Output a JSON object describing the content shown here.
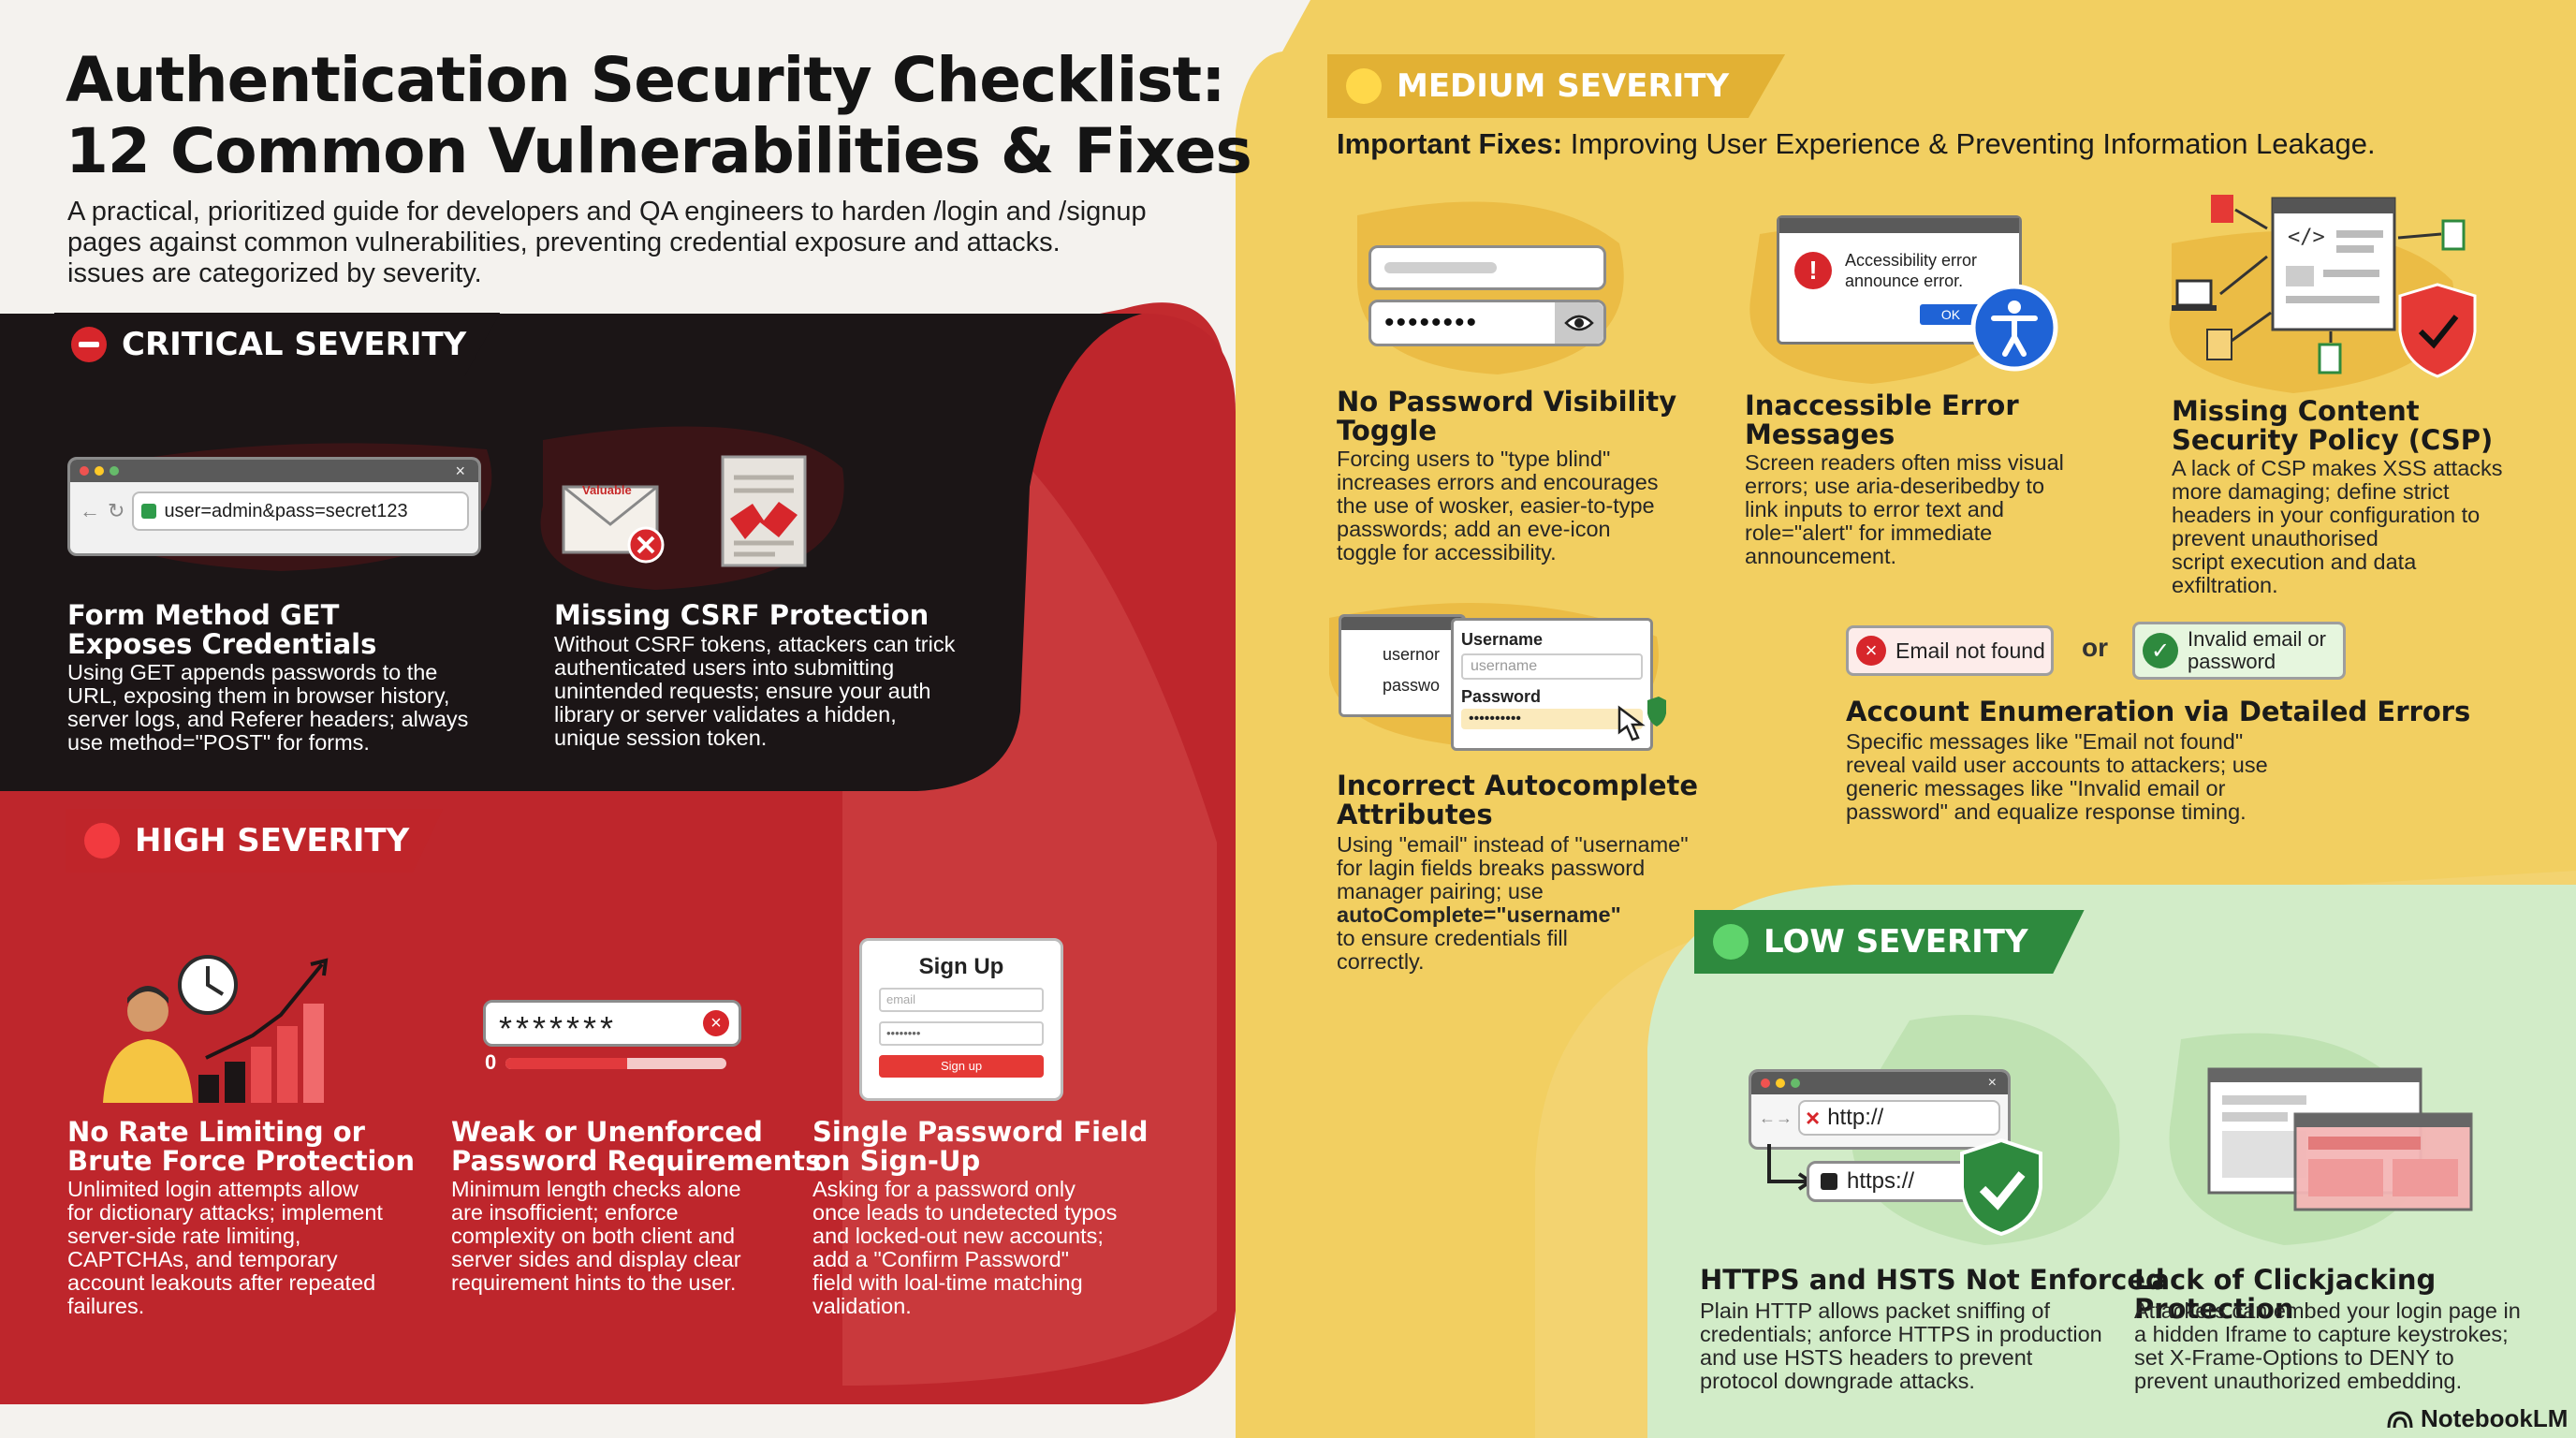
{
  "header": {
    "title_line1": "Authentication Security Checklist:",
    "title_line2": "12 Common Vulnerabilities & Fixes",
    "subtitle_line1": "A practical, prioritized guide for developers and QA engineers to harden /login and /signup",
    "subtitle_line2": "pages against common vulnerabilities, preventing credential exposure and attacks.",
    "subtitle_line3": "issues are categorized by severity."
  },
  "critical": {
    "label": "CRITICAL SEVERITY",
    "url_text": "user=admin&pass=secret123",
    "envelope_text": "Valuable",
    "items": [
      {
        "title1": "Form Method GET",
        "title2": "Exposes Credentials",
        "body": [
          "Using GET appends passwords to the",
          "URL, exposing them in browser history,",
          "server logs, and Referer headers; always",
          "use method=\"POST\" for forms."
        ]
      },
      {
        "title1": "Missing CSRF Protection",
        "title2": "",
        "body": [
          "Without CSRF tokens, attackers can trick",
          "authenticated users into submitting",
          "unintended requests; ensure your auth",
          "library or server validates a hidden,",
          "unique session token."
        ]
      }
    ]
  },
  "high": {
    "label": "HIGH SEVERITY",
    "password_mask": "*******",
    "meter_zero": "0",
    "signup": {
      "title": "Sign Up",
      "email": "email",
      "password": "••••••••",
      "button": "Sign up"
    },
    "items": [
      {
        "title1": "No Rate Limiting or",
        "title2": "Brute Force Protection",
        "body": [
          "Unlimited login attempts allow",
          "for dictionary attacks; implement",
          "server-side rate limiting,",
          "CAPTCHAs, and temporary",
          "account leakouts after repeated",
          "failures."
        ]
      },
      {
        "title1": "Weak or Unenforced",
        "title2": "Password Requirements",
        "body": [
          "Minimum length checks alone",
          "are insofficient; enforce",
          "complexity on both client and",
          "server sides and display clear",
          "requirement hints to the user."
        ]
      },
      {
        "title1": "Single Password Field",
        "title2": "on Sign-Up",
        "body": [
          "Asking for a password only",
          "once leads to undetected typos",
          "and locked-out new accounts;",
          "add a \"Confirm Password\"",
          "field with loal-time matching",
          "validation."
        ]
      }
    ]
  },
  "medium": {
    "label": "MEDIUM SEVERITY",
    "intro_bold": "Important Fixes:",
    "intro_rest": " Improving User Experience & Preventing Information Leakage.",
    "password_dots": "••••••••",
    "error_dialog": {
      "line1": "Accessibility error",
      "line2": "announce error.",
      "button": "OK"
    },
    "autocomplete": {
      "left1": "usernor",
      "left2": "passwo",
      "label_user": "Username",
      "placeholder_user": "username",
      "label_pass": "Password",
      "pass_dots": "••••••••••"
    },
    "enum": {
      "bad": "Email not found",
      "or": "or",
      "good1": "Invalid email or",
      "good2": "password"
    },
    "items": [
      {
        "title1": "No Password Visibility",
        "title2": "Toggle",
        "body": [
          "Forcing users to \"type blind\"",
          "increases errors and encourages",
          "the use of wosker, easier-to-type",
          "passwords; add an eve-icon",
          "toggle for accessibility."
        ]
      },
      {
        "title1": "Inaccessible Error",
        "title2": "Messages",
        "body": [
          "Screen readers often miss visual",
          "errors; use aria-deseribedby to",
          "link inputs to error text and",
          "role=\"alert\" for immediate",
          "announcement."
        ]
      },
      {
        "title1": "Missing Content",
        "title2": "Security Policy (CSP)",
        "body": [
          "A lack of CSP makes XSS attacks",
          "more damaging; define strict",
          "headers in your configuration to",
          "prevent unauthorised",
          "script execution and data",
          "exfiltration."
        ]
      },
      {
        "title1": "Incorrect Autocomplete",
        "title2": "Attributes",
        "body": [
          "Using \"email\" instead of \"username\"",
          "for lagin fields breaks password",
          "manager pairing; use",
          "autoComplete=\"username\"",
          "to ensure credentials fill",
          "correctly."
        ]
      },
      {
        "title1": "Account Enumeration via Detailed Errors",
        "title2": "",
        "body": [
          "Specific messages like \"Email not found\"",
          "reveal vaild user accounts to attackers; use",
          "generic messages like \"Invalid email or",
          "password\" and equalize response timing."
        ]
      }
    ]
  },
  "low": {
    "label": "LOW SEVERITY",
    "http": "http://",
    "https": "https://",
    "items": [
      {
        "title1": "HTTPS and HSTS Not Enforced",
        "title2": "",
        "body": [
          "Plain HTTP allows packet sniffing of",
          "credentials; anforce HTTPS in production",
          "and use HSTS headers to prevent",
          "protocol downgrade attacks."
        ]
      },
      {
        "title1": "Lack of Clickjacking Protection",
        "title2": "",
        "body": [
          "Attackers can embed your login page in",
          "a hidden Iframe to capture keystrokes;",
          "set X-Frame-Options to DENY to",
          "prevent unauthorized embedding."
        ]
      }
    ]
  },
  "footer": {
    "brand": "NotebookLM"
  },
  "colors": {
    "critical": "#1a1415",
    "high": "#c22a2e",
    "medium": "#f2cf61",
    "low": "#cfe9c5",
    "pill_red": "#c7262b",
    "pill_yellow": "#e8b93a",
    "pill_green": "#2e8a3e"
  }
}
